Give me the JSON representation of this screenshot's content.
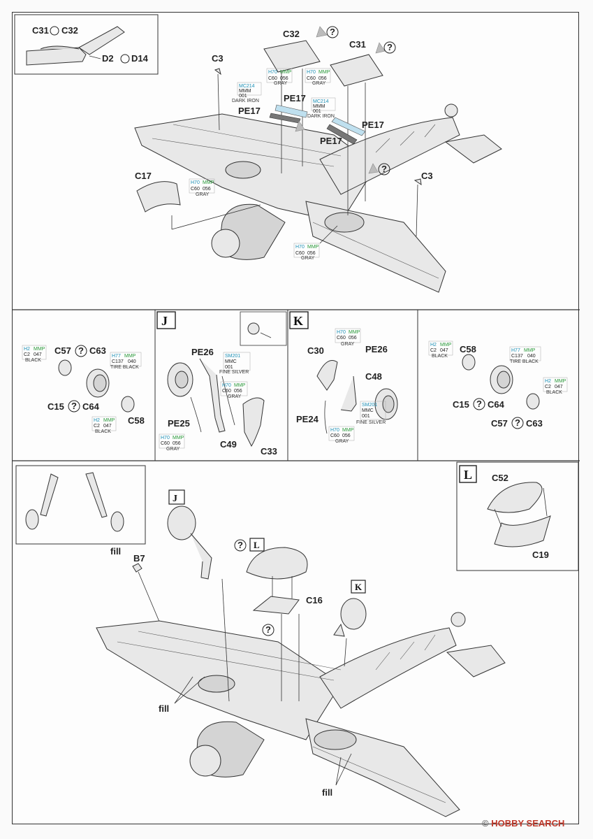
{
  "sections": {
    "top": {
      "inset_parts": [
        "C31",
        "C32",
        "D2",
        "D14"
      ],
      "labels": {
        "c32": "C32",
        "c31": "C31",
        "c3a": "C3",
        "c3b": "C3",
        "pe17a": "PE17",
        "pe17b": "PE17",
        "pe17c": "PE17",
        "pe17d": "PE17",
        "c17": "C17"
      },
      "paint": {
        "c32": [
          "H70",
          "MMP",
          "C60",
          "056",
          "GRAY"
        ],
        "c31": [
          "H70",
          "MMP",
          "C60",
          "056",
          "GRAY"
        ],
        "pe17_left": [
          "MC214",
          "MMM",
          "001",
          "DARK IRON"
        ],
        "pe17_right": [
          "MC214",
          "MMM",
          "001",
          "DARK IRON"
        ],
        "c17": [
          "H70",
          "MMP",
          "C60",
          "056",
          "GRAY"
        ],
        "bay": [
          "H70",
          "MMP",
          "C60",
          "056",
          "GRAY"
        ]
      }
    },
    "mid": {
      "left_wheel": {
        "labels": [
          "C57",
          "C63",
          "C15",
          "C64",
          "C58"
        ],
        "paint_hub": [
          "H2",
          "MMP",
          "C2",
          "047",
          "BLACK"
        ],
        "paint_tire": [
          "H77",
          "MMP",
          "C137",
          "040",
          "TIRE BLACK"
        ],
        "paint_hub2": [
          "H2",
          "MMP",
          "C2",
          "047",
          "BLACK"
        ]
      },
      "J": {
        "letter": "J",
        "labels": [
          "PE26",
          "PE25",
          "C49",
          "C33"
        ],
        "paint_silver": [
          "SM201",
          "MMC",
          "001",
          "FINE SILVER"
        ],
        "paint_gray": [
          "H70",
          "MMP",
          "C60",
          "056",
          "GRAY"
        ],
        "paint_gray2": [
          "H70",
          "MMP",
          "C60",
          "056",
          "GRAY"
        ]
      },
      "K": {
        "letter": "K",
        "labels": [
          "C30",
          "PE26",
          "C48",
          "PE24"
        ],
        "paint_gray": [
          "H70",
          "MMP",
          "C60",
          "056",
          "GRAY"
        ],
        "paint_silver": [
          "SM201",
          "MMC",
          "001",
          "FINE SILVER"
        ],
        "paint_gray2": [
          "H70",
          "MMP",
          "C60",
          "056",
          "GRAY"
        ]
      },
      "right_wheel": {
        "labels": [
          "C58",
          "C15",
          "C64",
          "C57",
          "C63"
        ],
        "paint_hub": [
          "H2",
          "MMP",
          "C2",
          "047",
          "BLACK"
        ],
        "paint_tire": [
          "H77",
          "MMP",
          "C137",
          "040",
          "TIRE BLACK"
        ],
        "paint_hub2": [
          "H2",
          "MMP",
          "C2",
          "047",
          "BLACK"
        ]
      }
    },
    "bottom": {
      "L": {
        "letter": "L",
        "labels": [
          "C52",
          "C19"
        ]
      },
      "J_letter": "J",
      "K_letter": "K",
      "L_letter": "L",
      "labels": {
        "fill1": "fill",
        "b7": "B7",
        "fill2": "fill",
        "fill3": "fill",
        "c16": "C16"
      }
    }
  },
  "watermark": {
    "brand": "HOBBY SEARCH",
    "copyright": "©"
  },
  "colors": {
    "cyan": "#1b8fb5",
    "green": "#2a9a3a",
    "ink": "#222222"
  }
}
